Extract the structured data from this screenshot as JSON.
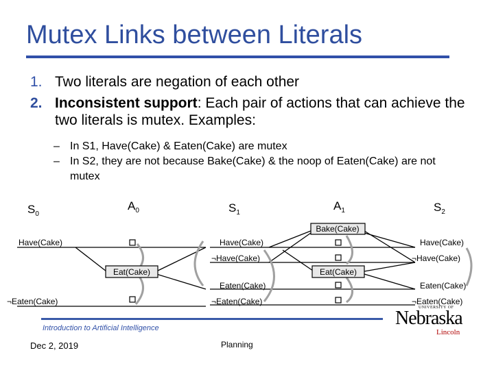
{
  "slide": {
    "title": "Mutex Links between Literals",
    "bullets": [
      {
        "num": "1.",
        "text": "Two literals are negation of each other"
      },
      {
        "num": "2.",
        "bold": "Inconsistent support",
        "text": ": Each pair of actions that can achieve the two literals is mutex.  Examples:"
      }
    ],
    "subbullets": [
      {
        "dash": "–",
        "text": "In S1, Have(Cake) & Eaten(Cake) are mutex"
      },
      {
        "dash": "–",
        "text": "In S2, they are not because Bake(Cake) & the noop of Eaten(Cake) are not mutex"
      }
    ]
  },
  "diagram": {
    "headers": [
      {
        "base": "S",
        "sub": "0"
      },
      {
        "base": "A",
        "sub": "0"
      },
      {
        "base": "S",
        "sub": "1"
      },
      {
        "base": "A",
        "sub": "1"
      },
      {
        "base": "S",
        "sub": "2"
      }
    ],
    "s0": [
      "Have(Cake)",
      "¬Eaten(Cake)"
    ],
    "a0": [
      "Eat(Cake)"
    ],
    "s1": [
      "Have(Cake)",
      "¬Have(Cake)",
      "Eaten(Cake)",
      "¬Eaten(Cake)"
    ],
    "a1": [
      "Bake(Cake)",
      "Eat(Cake)"
    ],
    "s2": [
      "Have(Cake)",
      "¬Have(Cake)",
      "Eaten(Cake)",
      "¬Eaten(Cake)"
    ]
  },
  "footer": {
    "course": "Introduction to Artificial Intelligence",
    "date": "Dec 2, 2019",
    "topic": "Planning"
  },
  "logo": {
    "university": "UNIVERSITY OF",
    "name": "Nebraska",
    "campus": "Lincoln"
  },
  "colors": {
    "title": "#2f4e9e",
    "rule": "#3050a8",
    "logo_red": "#b00000"
  }
}
